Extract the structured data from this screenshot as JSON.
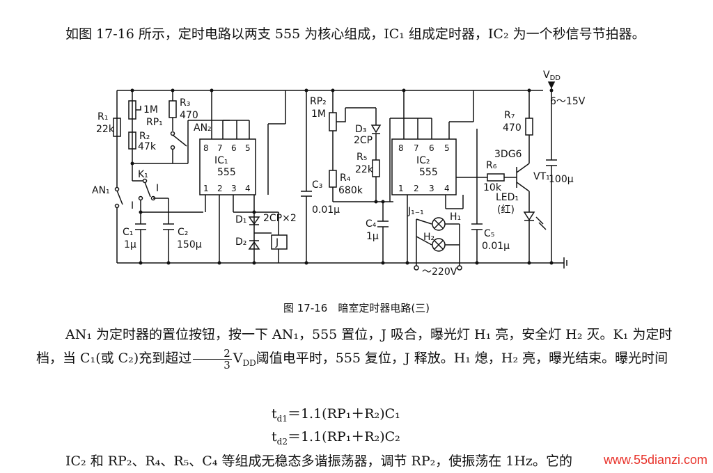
{
  "intro": {
    "text": "如图 17-16 所示，定时电路以两支 555 为核心组成，IC₁ 组成定时器，IC₂ 为一个秒信号节拍器。"
  },
  "circuit": {
    "vdd": "V",
    "vdd_sub": "DD",
    "vdd_range": "6～15V",
    "r1": "R₁",
    "r1_val": "22k",
    "rp1_val": "1M",
    "rp1": "RP₁",
    "r3": "R₃",
    "r3_val": "470",
    "r2": "R₂",
    "r2_val": "47k",
    "an2": "AN₂",
    "an1": "AN₁",
    "k1": "K₁",
    "sw_i": "I",
    "sw_ii": "I",
    "c1": "C₁",
    "c1_val": "1μ",
    "c2": "C₂",
    "c2_val": "150μ",
    "ic1": "IC₁",
    "ic1_chip": "555",
    "pins_top": [
      "8",
      "7",
      "6",
      "5"
    ],
    "pins_bot": [
      "1",
      "2",
      "3",
      "4"
    ],
    "d1": "D₁",
    "d1_val": "2CP×2",
    "d2": "D₂",
    "relay": "J",
    "c3": "C₃",
    "c3_val": "0.01μ",
    "rp2": "RP₂",
    "rp2_val": "1M",
    "d3": "D₃",
    "d3_val": "2CP",
    "r5": "R₅",
    "r5_val": "22k",
    "r4": "R₄",
    "r4_val": "680k",
    "ic2": "IC₂",
    "ic2_chip": "555",
    "c4": "C₄",
    "c4_val": "1μ",
    "j11": "J₁₋₁",
    "h1": "H₁",
    "h2": "H₂",
    "ac": "～220V",
    "c5": "C₅",
    "c5_val": "0.01μ",
    "r6": "R₆",
    "r6_val": "10k",
    "vt": "3DG6",
    "vt1": "VT₁",
    "r7": "R₇",
    "r7_val": "470",
    "led": "LED₁",
    "led_color": "(红)",
    "c6_val": "100μ"
  },
  "caption": "图 17-16　暗室定时器电路(三)",
  "desc1": {
    "part1": "AN₁ 为定时器的置位按钮，按一下 AN₁，555 置位，J 吸合，曝光灯 H₁ 亮，安全灯 H₂ 灭。K₁ 为定时档，当 C₁(或 C₂)充到超过",
    "frac_num": "2",
    "frac_den": "3",
    "part2": "V",
    "part2_sub": "DD",
    "part3": "阈值电平时，555 复位，J 释放。H₁ 熄，H₂ 亮，曝光结束。曝光时间"
  },
  "formulas": {
    "f1": "t",
    "f1_sub": "d1",
    "f1_rest": "＝1.1(RP₁＋R₂)C₁",
    "f2": "t",
    "f2_sub": "d2",
    "f2_rest": "＝1.1(RP₁＋R₂)C₂"
  },
  "desc2": "IC₂ 和 RP₂、R₄、R₅、C₄ 等组成无稳态多谐振荡器，调节 RP₂，使振荡在 1Hz。它的",
  "watermark": "www.55dianzi.com"
}
